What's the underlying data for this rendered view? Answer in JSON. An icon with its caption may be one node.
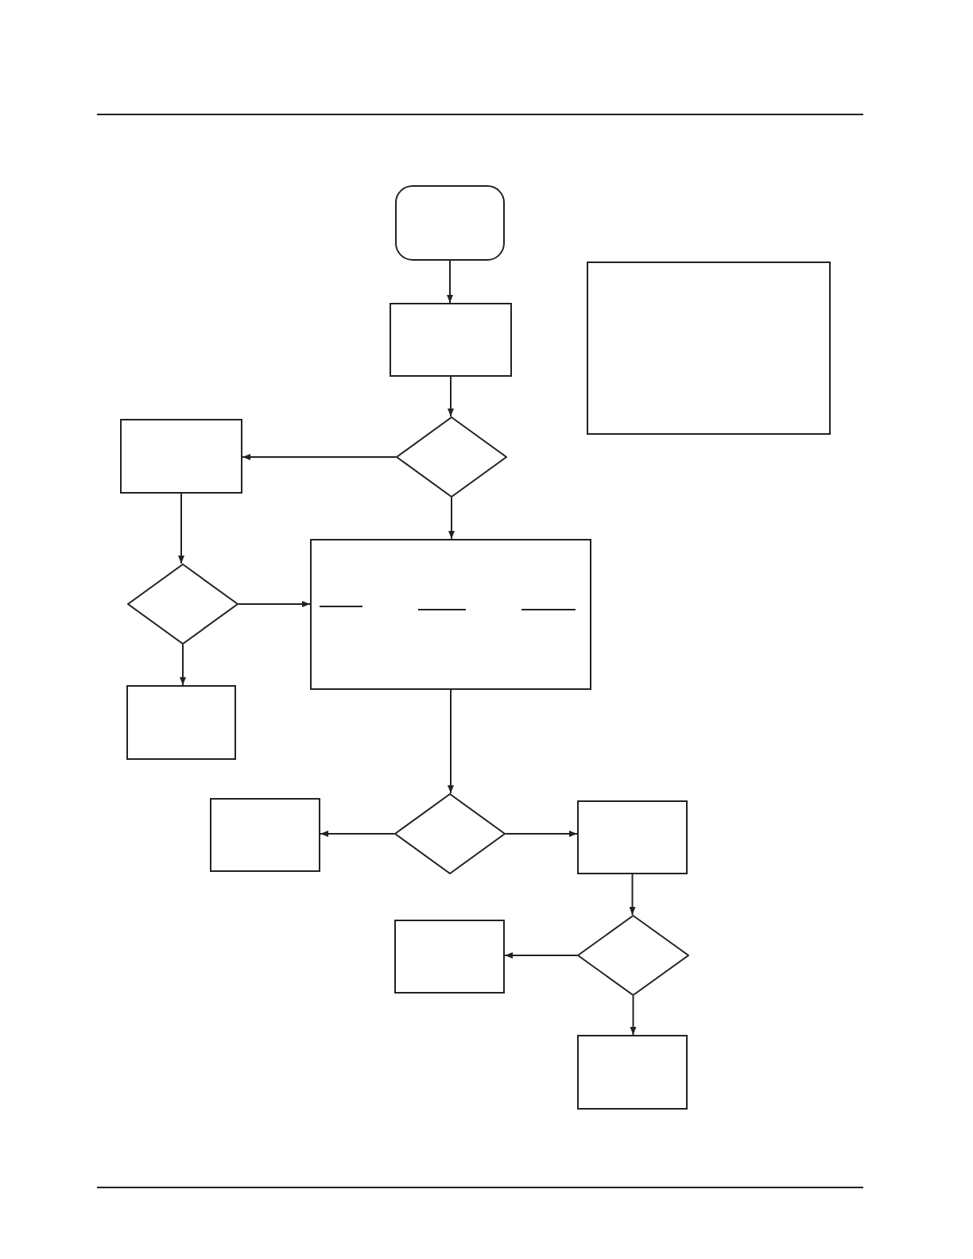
{
  "diagram": {
    "nodes": [
      {
        "text": [],
        "shape": "box"
      },
      {
        "text": [],
        "shape": "box"
      },
      {
        "text": [],
        "shape": "box"
      },
      {
        "text": [],
        "shape": "diamond"
      },
      {
        "text": [],
        "shape": "box"
      },
      {
        "text": [],
        "shape": "box"
      },
      {
        "text": [],
        "shape": "diamond"
      },
      {
        "text": [],
        "shape": "box"
      },
      {
        "text": [],
        "shape": "diamond"
      },
      {
        "text": [],
        "shape": "box"
      },
      {
        "text": [],
        "shape": "box"
      },
      {
        "text": [],
        "shape": "box"
      },
      {
        "text": [],
        "shape": "diamond"
      },
      {
        "text": [],
        "shape": "box"
      }
    ],
    "edges": [
      {
        "from": 0,
        "to": 1,
        "arrow": "to"
      },
      {
        "from": 1,
        "to": 3,
        "arrow": "to"
      },
      {
        "from": 3,
        "to": 4,
        "arrow": "to"
      },
      {
        "from": 3,
        "to": 5,
        "arrow": "to"
      },
      {
        "from": 4,
        "to": 6,
        "arrow": "to"
      },
      {
        "from": 6,
        "to": 5,
        "arrow": "to"
      },
      {
        "from": 6,
        "to": 7,
        "arrow": "to"
      },
      {
        "from": 5,
        "to": 8,
        "arrow": "to"
      },
      {
        "from": 8,
        "to": 9,
        "arrow": "to"
      },
      {
        "from": 8,
        "to": 10,
        "arrow": "to"
      },
      {
        "from": 10,
        "to": 12,
        "arrow": "to"
      },
      {
        "from": 12,
        "to": 11,
        "arrow": "to"
      },
      {
        "from": 12,
        "to": 13,
        "arrow": "to"
      }
    ]
  }
}
